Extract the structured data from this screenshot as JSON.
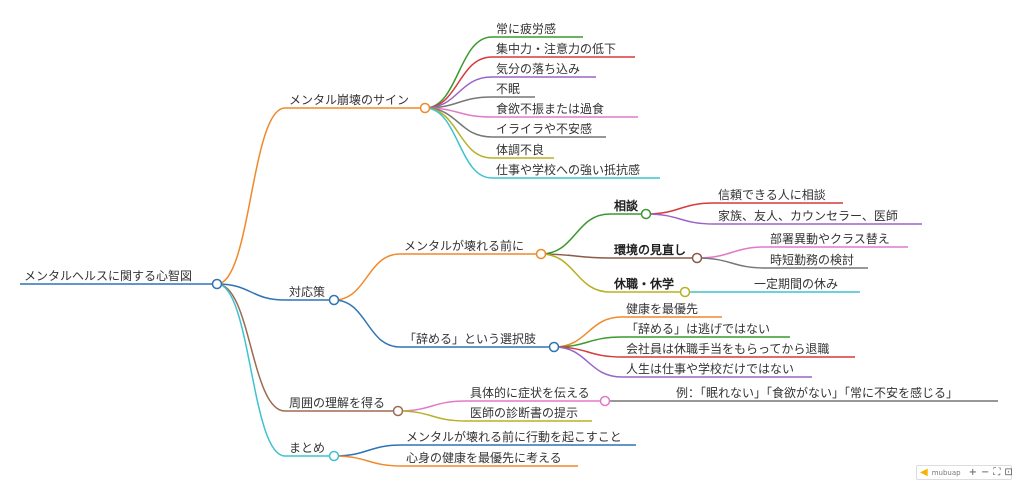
{
  "colors": {
    "background": "#ffffff",
    "orange": "#f0892a",
    "green": "#3a9a2e",
    "red": "#d63a3a",
    "purple": "#9a63c8",
    "brown": "#8b5a4a",
    "pink": "#e07ac8",
    "olive": "#b8b024",
    "gray": "#777777",
    "cyan": "#3ec3cf",
    "blue": "#2e74b5",
    "lightbrown": "#9b6b52"
  },
  "root": {
    "label": "メンタルヘルスに関する心智図"
  },
  "branches": {
    "signs": {
      "label": "メンタル崩壊のサイン",
      "items": [
        "常に疲労感",
        "集中力・注意力の低下",
        "気分の落ち込み",
        "不眠",
        "食欲不振または過食",
        "イライラや不安感",
        "体調不良",
        "仕事や学校への強い抵抗感"
      ]
    },
    "measures": {
      "label": "対応策",
      "before": {
        "label": "メンタルが壊れる前に",
        "consult": {
          "label": "相談",
          "items": [
            "信頼できる人に相談",
            "家族、友人、カウンセラー、医師"
          ]
        },
        "environment": {
          "label": "環境の見直し",
          "items": [
            "部署異動やクラス替え",
            "時短勤務の検討"
          ]
        },
        "leave": {
          "label": "休職・休学",
          "items": [
            "一定期間の休み"
          ]
        }
      },
      "quit": {
        "label": "「辞める」という選択肢",
        "items": [
          "健康を最優先",
          "「辞める」は逃げではない",
          "会社員は休職手当をもらってから退職",
          "人生は仕事や学校だけではない"
        ]
      }
    },
    "understanding": {
      "label": "周囲の理解を得る",
      "symptoms": {
        "label": "具体的に症状を伝える",
        "example": "例：「眠れない」「食欲がない」「常に不安を感じる」"
      },
      "certificate": {
        "label": "医師の診断書の提示"
      }
    },
    "summary": {
      "label": "まとめ",
      "items": [
        "メンタルが壊れる前に行動を起こすこと",
        "心身の健康を最優先に考える"
      ]
    }
  },
  "toolbar": {
    "brand": "mubuap",
    "zoom_in": "+",
    "zoom_out": "−",
    "fit": "⛶",
    "fullscreen": "⊡"
  }
}
